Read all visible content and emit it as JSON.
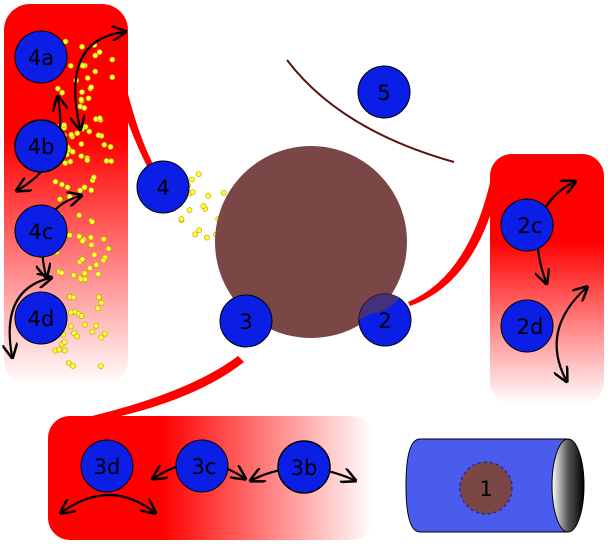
{
  "colors": {
    "background": "#ffffff",
    "node_fill": "#0a1ee6",
    "node_stroke": "#000000",
    "central_body": "#7a4646",
    "gradient_red": "#ff0000",
    "particle": "#ffff33",
    "cylinder": "#4a5cee",
    "arc_line": "#5a1414"
  },
  "nodes": {
    "n1": "1",
    "n2": "2",
    "n2c": "2c",
    "n2d": "2d",
    "n3": "3",
    "n3b": "3b",
    "n3c": "3c",
    "n3d": "3d",
    "n4": "4",
    "n4a": "4a",
    "n4b": "4b",
    "n4c": "4c",
    "n4d": "4d",
    "n5": "5"
  }
}
